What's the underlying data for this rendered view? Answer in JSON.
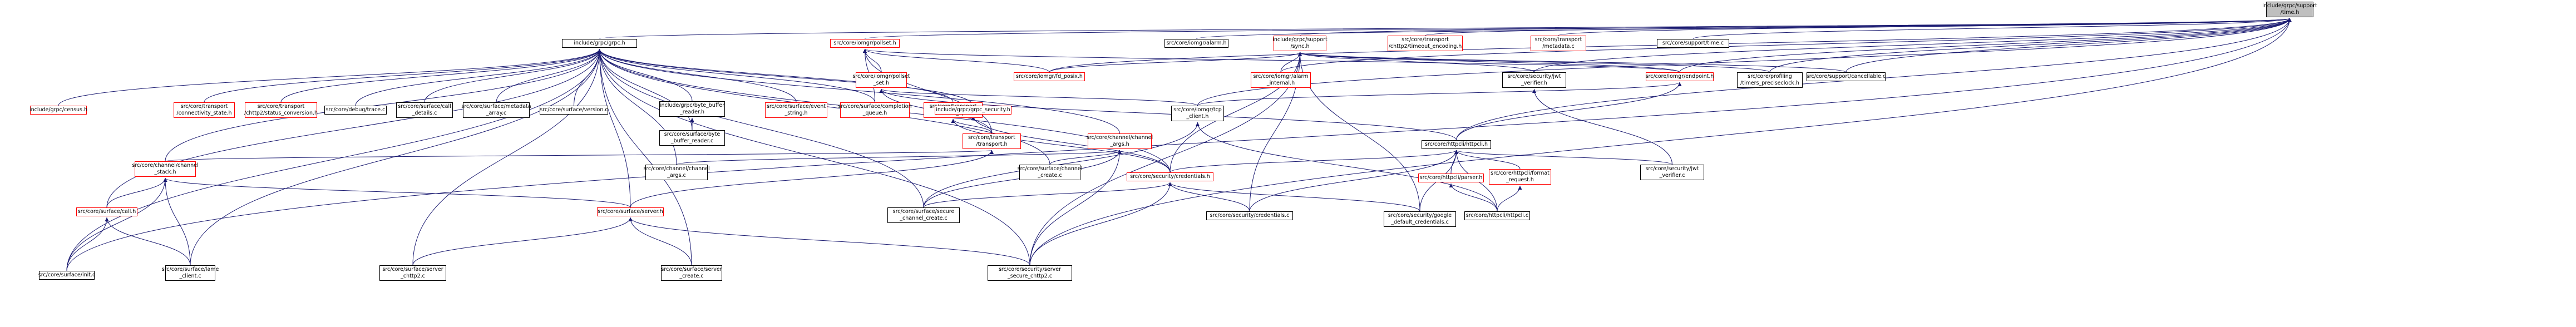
{
  "colors": {
    "edge": "#191970",
    "node_border": "#000000",
    "truncated_border": "#ff0000",
    "root_fill": "#bfbfbf"
  },
  "nodes": {
    "time_h": {
      "lines": [
        "include/grpc/support",
        "/time.h"
      ]
    },
    "grpc_h": {
      "lines": [
        "include/grpc/grpc.h"
      ]
    },
    "pollset_h": {
      "lines": [
        "src/core/iomgr/pollset.h"
      ]
    },
    "iomgr_alarm_h": {
      "lines": [
        "src/core/iomgr/alarm.h"
      ]
    },
    "sync_h": {
      "lines": [
        "include/grpc/support",
        "/sync.h"
      ]
    },
    "timeout_encoding_h": {
      "lines": [
        "src/core/transport",
        "/chttp2/timeout_encoding.h"
      ]
    },
    "metadata_c": {
      "lines": [
        "src/core/transport",
        "/metadata.c"
      ]
    },
    "time_c": {
      "lines": [
        "src/core/support/time.c"
      ]
    },
    "census_h": {
      "lines": [
        "include/grpc/census.h"
      ]
    },
    "connectivity_state_h": {
      "lines": [
        "src/core/transport",
        "/connectivity_state.h"
      ]
    },
    "status_conversion_h": {
      "lines": [
        "src/core/transport",
        "/chttp2/status_conversion.h"
      ]
    },
    "trace_c": {
      "lines": [
        "src/core/debug/trace.c"
      ]
    },
    "call_details_c": {
      "lines": [
        "src/core/surface/call",
        "_details.c"
      ]
    },
    "metadata_array_c": {
      "lines": [
        "src/core/surface/metadata",
        "_array.c"
      ]
    },
    "version_c": {
      "lines": [
        "src/core/surface/version.c"
      ]
    },
    "byte_buffer_reader_h": {
      "lines": [
        "include/grpc/byte_buffer",
        "_reader.h"
      ]
    },
    "event_string_h": {
      "lines": [
        "src/core/surface/event",
        "_string.h"
      ]
    },
    "completion_queue_h": {
      "lines": [
        "src/core/surface/completion",
        "_queue.h"
      ]
    },
    "stream_op_h": {
      "lines": [
        "src/core/transport",
        "/stream_op.h"
      ]
    },
    "pollset_set_h": {
      "lines": [
        "src/core/iomgr/pollset",
        "_set.h"
      ]
    },
    "fd_posix_h": {
      "lines": [
        "src/core/iomgr/fd_posix.h"
      ]
    },
    "alarm_internal_h": {
      "lines": [
        "src/core/iomgr/alarm",
        "_internal.h"
      ]
    },
    "jwt_verifier_h": {
      "lines": [
        "src/core/security/jwt",
        "_verifier.h"
      ]
    },
    "endpoint_h": {
      "lines": [
        "src/core/iomgr/endpoint.h"
      ]
    },
    "timers_precisiondeck_h": {
      "lines": [
        "src/core/profiling",
        "/timers_preciseclock.h"
      ]
    },
    "cancellable_c": {
      "lines": [
        "src/core/support/cancellable.c"
      ]
    },
    "byte_buffer_reader_c": {
      "lines": [
        "src/core/surface/byte",
        "_buffer_reader.c"
      ]
    },
    "transport_h": {
      "lines": [
        "src/core/transport",
        "/transport.h"
      ]
    },
    "channel_args_h": {
      "lines": [
        "src/core/channel/channel",
        "_args.h"
      ]
    },
    "grpc_security_h": {
      "lines": [
        "include/grpc/grpc_security.h"
      ]
    },
    "tcp_client_h": {
      "lines": [
        "src/core/iomgr/tcp",
        "_client.h"
      ]
    },
    "httpcli_h": {
      "lines": [
        "src/core/httpcli/httpcli.h"
      ]
    },
    "channel_stack_h": {
      "lines": [
        "src/core/channel/channel",
        "_stack.h"
      ]
    },
    "channel_args_c": {
      "lines": [
        "src/core/channel/channel",
        "_args.c"
      ]
    },
    "channel_create_c": {
      "lines": [
        "src/core/surface/channel",
        "_create.c"
      ]
    },
    "credentials_h": {
      "lines": [
        "src/core/security/credentials.h"
      ]
    },
    "parser_h": {
      "lines": [
        "src/core/httpcli/parser.h"
      ]
    },
    "format_request_h": {
      "lines": [
        "src/core/httpcli/format",
        "_request.h"
      ]
    },
    "jwt_verifier_c": {
      "lines": [
        "src/core/security/jwt",
        "_verifier.c"
      ]
    },
    "call_h": {
      "lines": [
        "src/core/surface/call.h"
      ]
    },
    "server_h": {
      "lines": [
        "src/core/surface/server.h"
      ]
    },
    "secure_channel_create_c": {
      "lines": [
        "src/core/surface/secure",
        "_channel_create.c"
      ]
    },
    "credentials_c": {
      "lines": [
        "src/core/security/credentials.c"
      ]
    },
    "google_default_credentials_c": {
      "lines": [
        "src/core/security/google",
        "_default_credentials.c"
      ]
    },
    "httpcli_c": {
      "lines": [
        "src/core/httpcli/httpcli.c"
      ]
    },
    "init_c": {
      "lines": [
        "src/core/surface/init.c"
      ]
    },
    "lame_client_c": {
      "lines": [
        "src/core/surface/lame",
        "_client.c"
      ]
    },
    "server_chttp2_c": {
      "lines": [
        "src/core/surface/server",
        "_chttp2.c"
      ]
    },
    "server_create_c": {
      "lines": [
        "src/core/surface/server",
        "_create.c"
      ]
    },
    "server_secure_chttp2_c": {
      "lines": [
        "src/core/security/server",
        "_secure_chttp2.c"
      ]
    }
  }
}
